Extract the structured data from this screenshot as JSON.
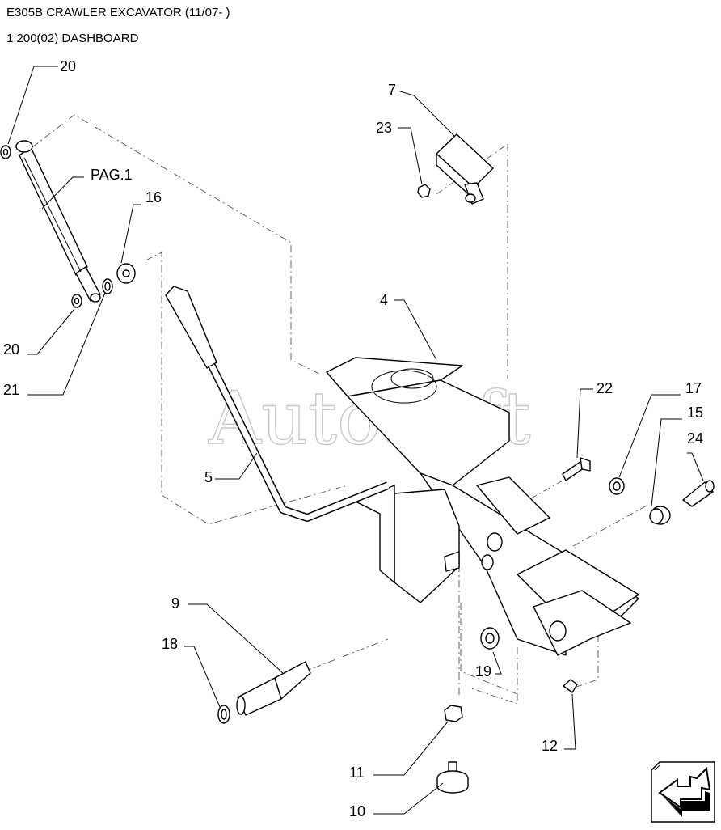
{
  "header": {
    "title": "E305B CRAWLER EXCAVATOR (11/07- )",
    "subtitle": "1.200(02) DASHBOARD"
  },
  "watermark": "AutoSoft",
  "callouts": {
    "c20_top": "20",
    "pag1": "PAG.1",
    "c16": "16",
    "c7": "7",
    "c23": "23",
    "c4": "4",
    "c20_mid": "20",
    "c21": "21",
    "c22": "22",
    "c17": "17",
    "c15": "15",
    "c24": "24",
    "c5": "5",
    "c9": "9",
    "c18": "18",
    "c19": "19",
    "c11": "11",
    "c12": "12",
    "c10": "10"
  },
  "nav": {
    "icon": "arrow-return-icon"
  }
}
